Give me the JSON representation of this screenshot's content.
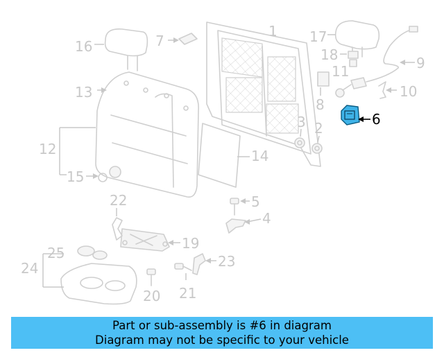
{
  "diagram": {
    "highlighted_part": "6",
    "highlight_color": "#3fb3e8",
    "part_labels": [
      "1",
      "2",
      "3",
      "4",
      "5",
      "6",
      "7",
      "8",
      "9",
      "10",
      "11",
      "12",
      "13",
      "14",
      "15",
      "16",
      "17",
      "18",
      "19",
      "20",
      "21",
      "22",
      "23",
      "24",
      "25"
    ]
  },
  "banner": {
    "line1": "Part or sub-assembly is #6 in diagram",
    "line2": "Diagram may not be specific to your vehicle",
    "color": "#4dbff5"
  }
}
